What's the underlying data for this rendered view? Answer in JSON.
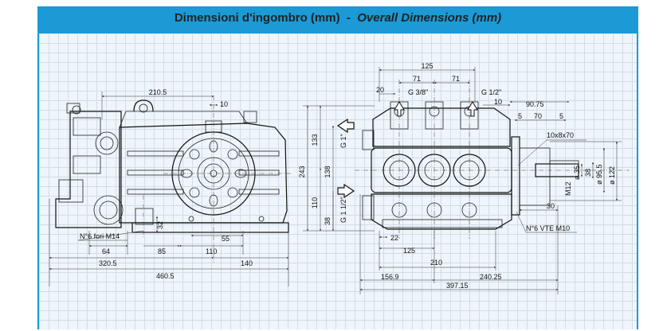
{
  "header": {
    "title_it": "Dimensioni d'ingombro (mm)",
    "separator": "-",
    "title_en": "Overall Dimensions (mm)"
  },
  "side_view": {
    "d_210_5": "210.5",
    "d_10": "10",
    "d_32": "32",
    "holes_label": "N°6 fori M14",
    "d_64": "64",
    "d_85": "85",
    "d_55": "55",
    "d_110": "110",
    "d_320_5": "320.5",
    "d_140": "140",
    "d_460_5": "460.5"
  },
  "front_view": {
    "d_125_top": "125",
    "d_20": "20",
    "d_71_left": "71",
    "d_71_right": "71",
    "port_g38": "G 3/8\"",
    "port_g12": "G 1/2\"",
    "d_10": "10",
    "d_90_75": "90.75",
    "d_5_left": "5",
    "d_70": "70",
    "d_5_right": "5",
    "key": "10x8x70",
    "d_133": "133",
    "d_243": "243",
    "d_138": "138",
    "d_110": "110",
    "d_38": "38",
    "port_g1": "G 1\"",
    "port_g112": "G 1 1/2\"",
    "shaft_35": "ø 35",
    "shaft_38": "38",
    "shaft_95_5": "ø 95.5",
    "shaft_122": "ø 122",
    "thread_m12": "M12",
    "d_30": "30",
    "vte_label": "N°6 VTE M10",
    "d_22": "22",
    "d_125_bottom": "125",
    "d_210": "210",
    "d_156_9": "156.9",
    "d_240_25": "240.25",
    "d_397_15": "397.15"
  }
}
